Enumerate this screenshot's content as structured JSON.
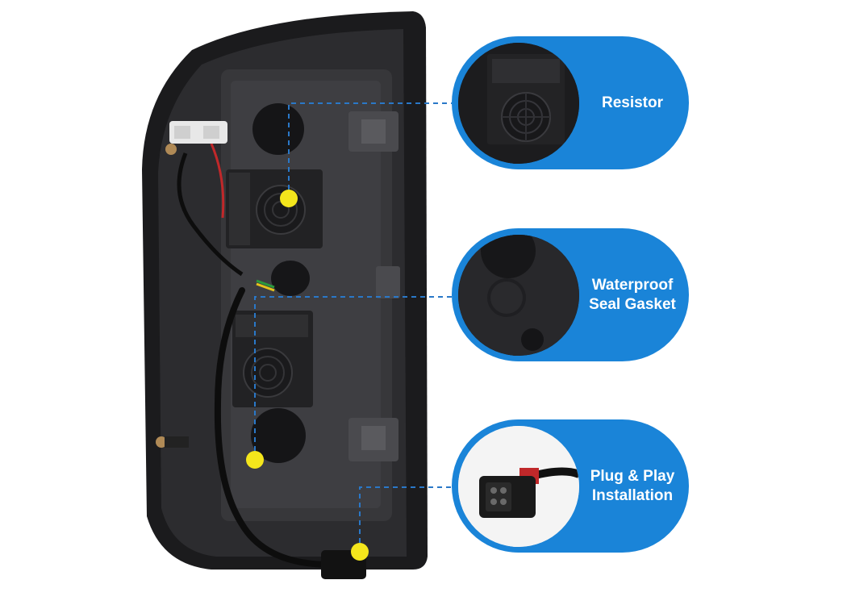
{
  "product": {
    "name": "tail-light-assembly-rear-view",
    "colors": {
      "callout_blue": "#1a84d8",
      "marker_yellow": "#f4e61c",
      "housing": "#1b1b1d",
      "leader_line": "#2a78c8"
    }
  },
  "callouts": [
    {
      "label": "Resistor",
      "icon": "resistor-module-photo"
    },
    {
      "label": "Waterproof\nSeal Gasket",
      "icon": "seal-gasket-photo"
    },
    {
      "label": "Plug & Play\nInstallation",
      "icon": "connector-plug-photo"
    }
  ]
}
